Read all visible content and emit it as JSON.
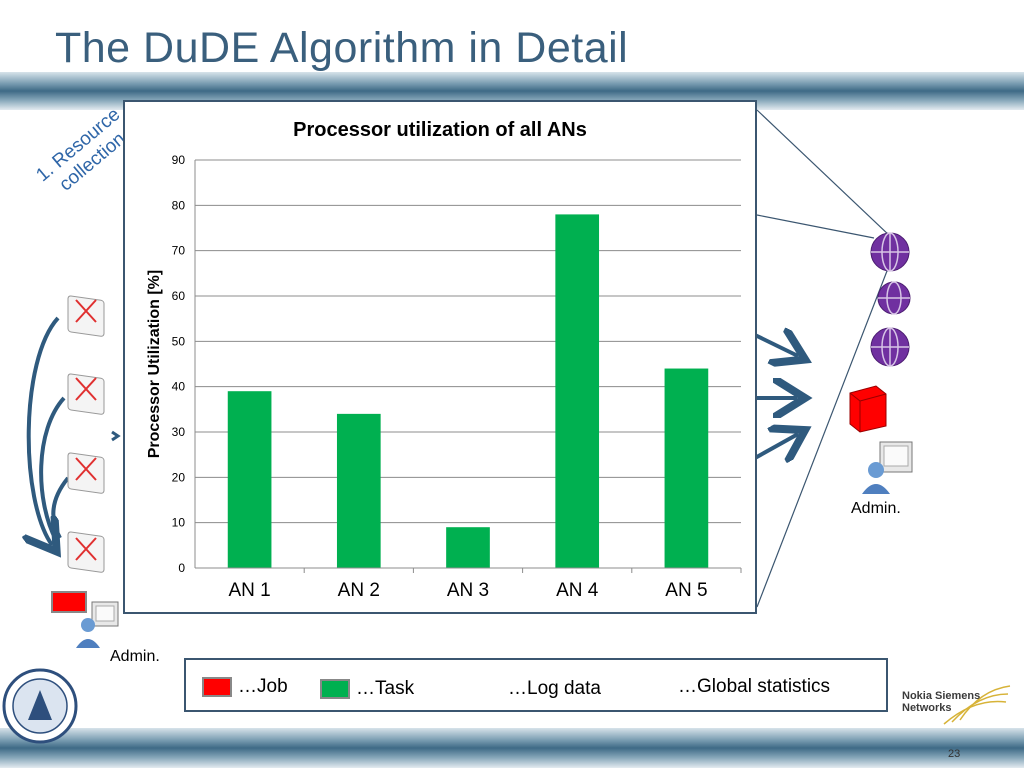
{
  "slide": {
    "title": "The DuDE Algorithm in Detail",
    "resource_label_line1": "1. Resource",
    "resource_label_line2": "collection",
    "left_admin_label": "Admin.",
    "right_admin_label": "Admin.",
    "page_number": "23"
  },
  "legend": {
    "job": "…Job",
    "task": "…Task",
    "log_data": "…Log data",
    "global_statistics": "…Global statistics"
  },
  "logo": {
    "line1": "Nokia Siemens",
    "line2": "Networks"
  },
  "colors": {
    "bar": "#00b050",
    "job": "#ff0000",
    "globe": "#7030a0",
    "title": "#3a5f7d",
    "arrow": "#2f5a7e"
  },
  "chart_data": {
    "type": "bar",
    "title": "Processor utilization of all ANs",
    "xlabel": "",
    "ylabel": "Processor Utilization [%]",
    "categories": [
      "AN 1",
      "AN 2",
      "AN 3",
      "AN 4",
      "AN 5"
    ],
    "values": [
      39,
      34,
      9,
      78,
      44
    ],
    "ylim": [
      0,
      90
    ],
    "yticks": [
      0,
      10,
      20,
      30,
      40,
      50,
      60,
      70,
      80,
      90
    ],
    "grid": true,
    "legend": "none"
  }
}
